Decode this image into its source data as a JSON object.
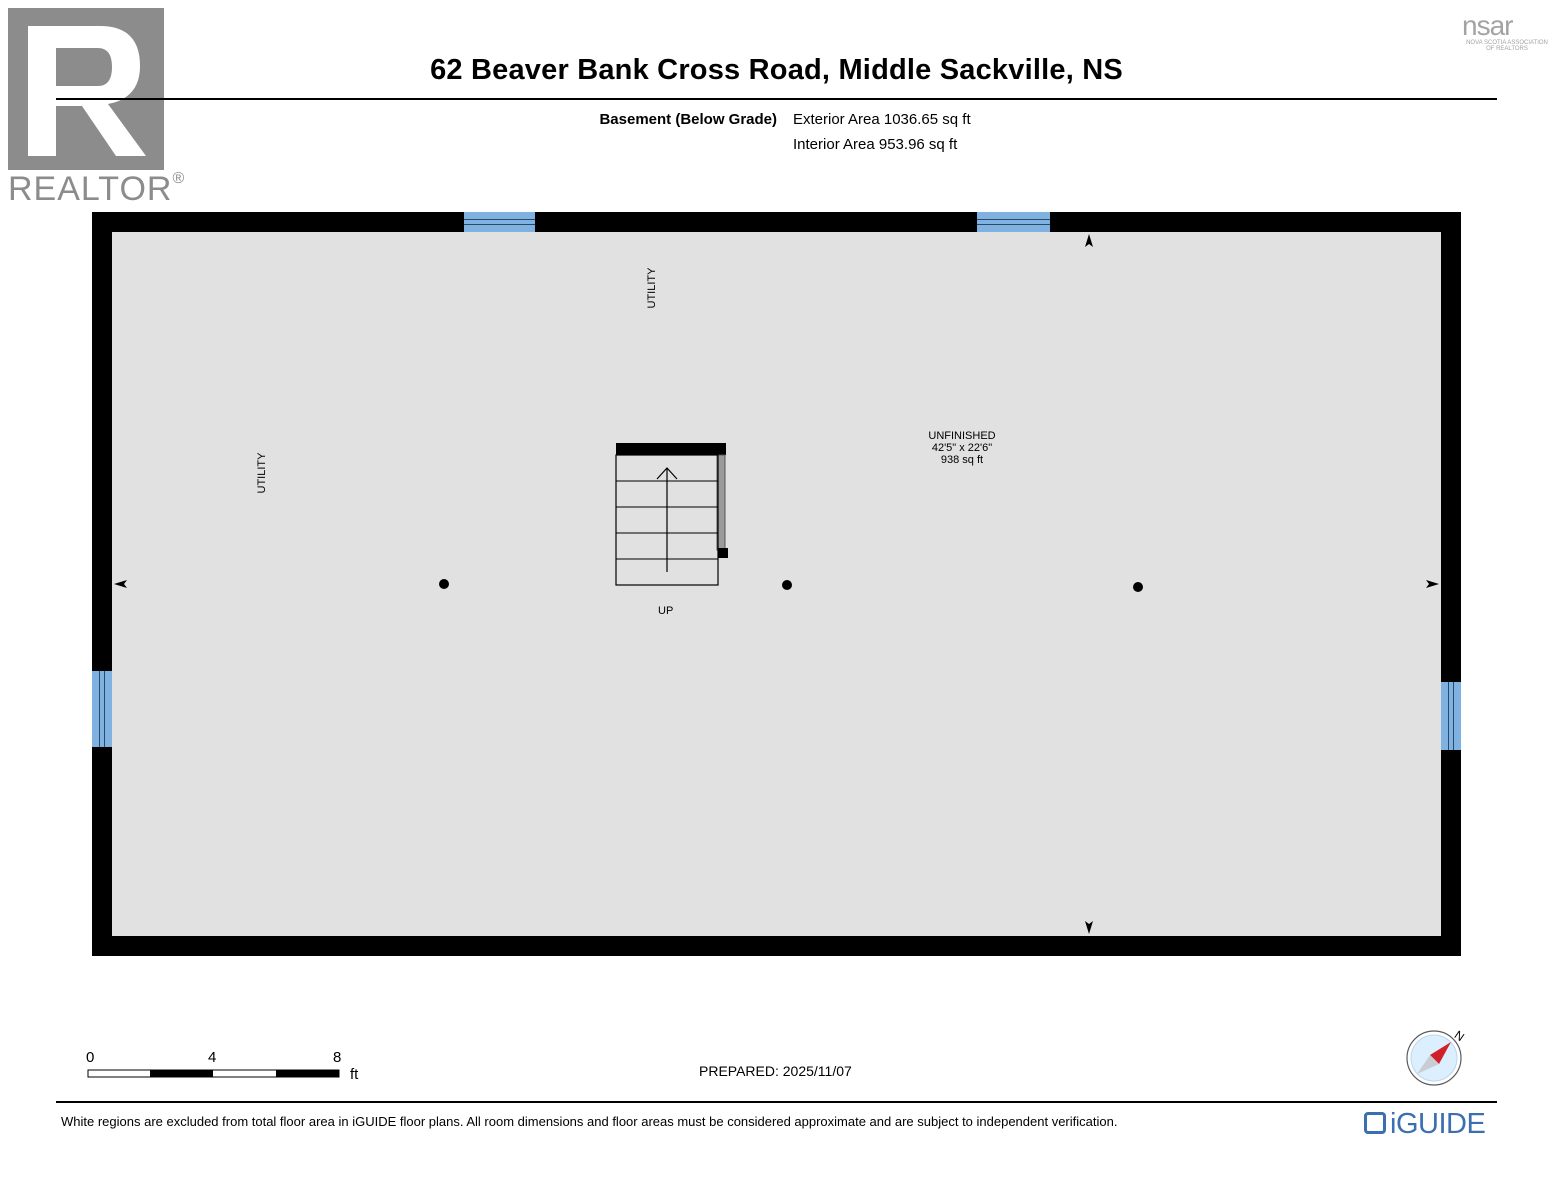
{
  "header": {
    "title": "62 Beaver Bank Cross Road, Middle Sackville, NS",
    "floor_name": "Basement (Below Grade)",
    "exterior_area": "Exterior Area 1036.65 sq ft",
    "interior_area": "Interior Area 953.96 sq ft"
  },
  "branding": {
    "realtor": "REALTOR",
    "realtor_mark": "®",
    "nsar": "nsar",
    "nsar_sub": "NOVA SCOTIA ASSOCIATION OF REALTORS",
    "iguide": "iGUIDE"
  },
  "plan": {
    "utility_top": "UTILITY",
    "utility_left": "UTILITY",
    "room_name": "UNFINISHED",
    "room_dims": "42'5\" x 22'6\"",
    "room_area": "938 sq ft",
    "stair_label": "UP"
  },
  "scale": {
    "tick_0": "0",
    "tick_4": "4",
    "tick_8": "8",
    "unit": "ft"
  },
  "footer": {
    "prepared": "PREPARED: 2025/11/07",
    "disclaimer": "White regions are excluded from total floor area in iGUIDE floor plans. All room dimensions and floor areas must be considered approximate and are subject to independent verification."
  },
  "compass": {
    "label": "N"
  },
  "colors": {
    "wall": "#000000",
    "floor": "#e1e1e1",
    "window": "#7fb2e0",
    "brand_blue": "#3b6fb0",
    "compass_red": "#d0202a"
  }
}
